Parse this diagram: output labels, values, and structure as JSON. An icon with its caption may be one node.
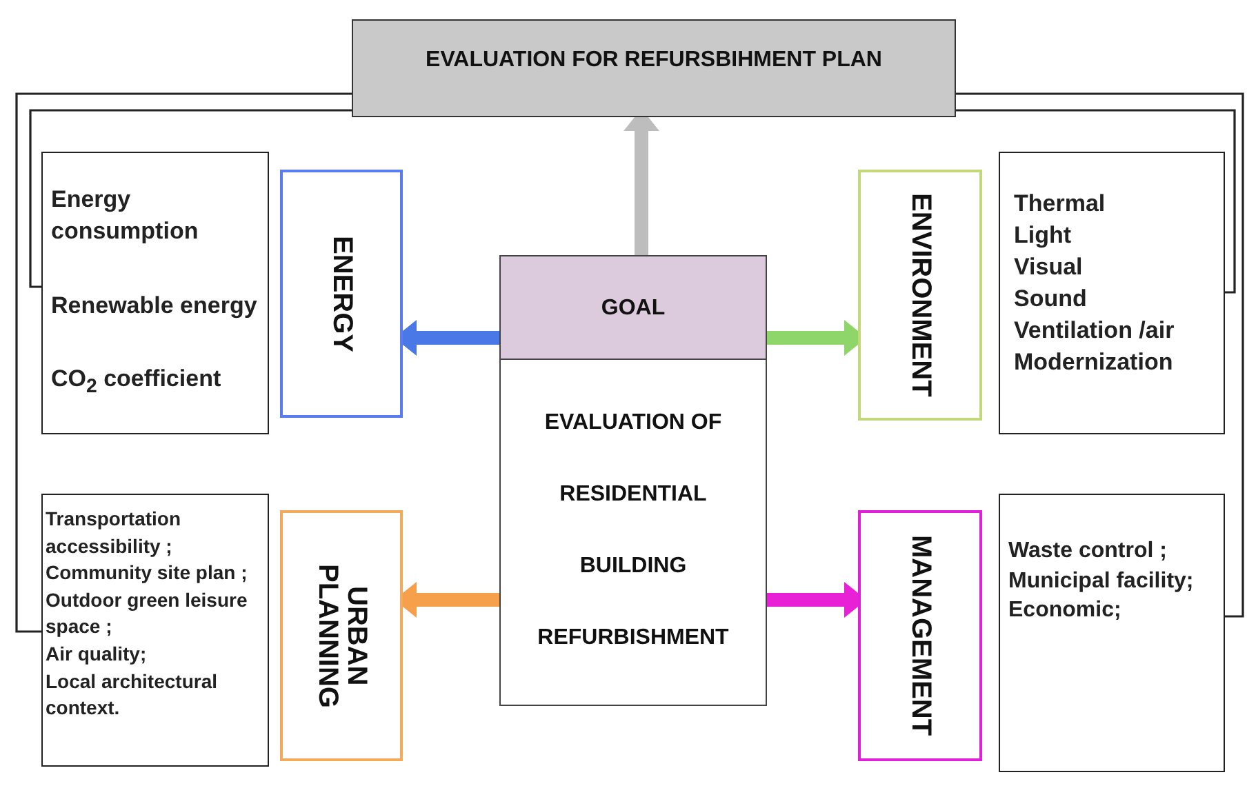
{
  "diagram": {
    "nodes": [
      {
        "text": [
          "EVALUATION FOR REFURSBIHMENT PLAN"
        ]
      },
      {
        "text": [
          "Energy consumption",
          "Renewable energy",
          "CO$_{2}$ coefficient"
        ]
      },
      {
        "text": [
          "ENERGY"
        ]
      },
      {
        "text": [
          "GOAL",
          "EVALUATION OF RESIDENTIAL BUILDING REFURBISHMENT"
        ]
      },
      {
        "text": [
          "ENVIRONMENT"
        ]
      },
      {
        "text": [
          "Thermal",
          "Light",
          "Visual",
          "Sound",
          "Ventilation /air",
          "Modernization"
        ]
      },
      {
        "text": [
          "Transportation accessibility ;",
          "Community site plan ;",
          "Outdoor green leisure space ;",
          "Air quality;",
          "Local architectural context."
        ]
      },
      {
        "text": [
          "URBAN PLANNING"
        ]
      },
      {
        "text": [
          "MANAGEMENT"
        ]
      },
      {
        "text": [
          "Waste control ;",
          "Municipal facility;",
          "Economic;"
        ]
      }
    ],
    "edges": [
      {
        "from": 0,
        "to": 1,
        "arrow": "none"
      },
      {
        "from": 0,
        "to": 6,
        "arrow": "none"
      },
      {
        "from": 0,
        "to": 5,
        "arrow": "none"
      },
      {
        "from": 0,
        "to": 9,
        "arrow": "none"
      },
      {
        "from": 3,
        "to": 0,
        "arrow": "to",
        "color": "#bdbdbd"
      },
      {
        "from": 3,
        "to": 2,
        "arrow": "to",
        "color": "#4a78e6"
      },
      {
        "from": 3,
        "to": 4,
        "arrow": "to",
        "color": "#8ed66a"
      },
      {
        "from": 3,
        "to": 7,
        "arrow": "to",
        "color": "#f6a04c"
      },
      {
        "from": 3,
        "to": 8,
        "arrow": "to",
        "color": "#e820d6"
      }
    ]
  }
}
